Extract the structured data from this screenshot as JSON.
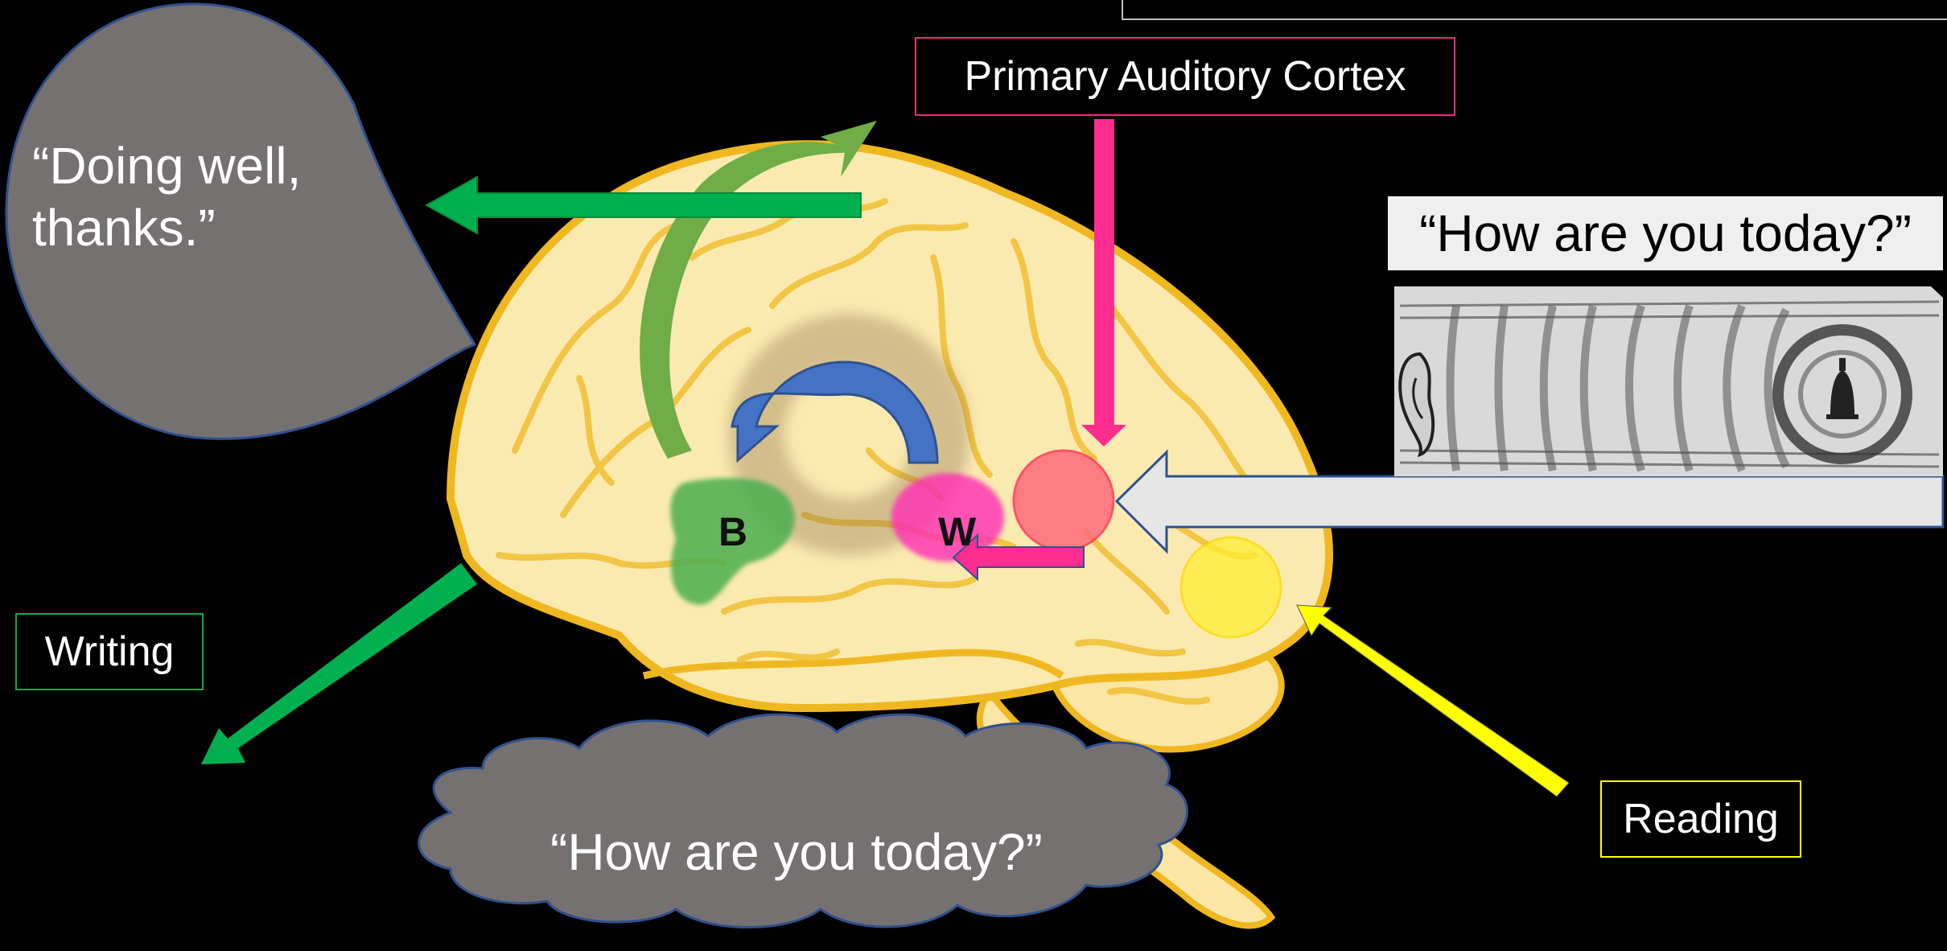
{
  "labels": {
    "primary_auditory_cortex": "Primary Auditory Cortex",
    "writing": "Writing",
    "reading": "Reading"
  },
  "speech_bubble": {
    "text_line1": "“Doing well,",
    "text_line2": "thanks.”"
  },
  "thought_cloud": {
    "text": "“How are you today?”"
  },
  "caption": {
    "text": "“How are you today?”"
  },
  "regions": {
    "broca": "B",
    "wernicke": "W"
  },
  "colors": {
    "background": "#000000",
    "brain_fill": "#fbeab0",
    "brain_outline": "#f0b820",
    "green_arrow": "#00b050",
    "pink_arrow": "#ff2d8f",
    "blue_arrow": "#4472c4",
    "yellow_arrow": "#ffff00",
    "gray_shape": "#767171",
    "label_border_pink": "#e62e7b",
    "label_border_green": "#00b050",
    "label_border_yellow": "#ffff00"
  },
  "icons": {
    "ear": "ear-icon",
    "bell": "bell-icon"
  }
}
